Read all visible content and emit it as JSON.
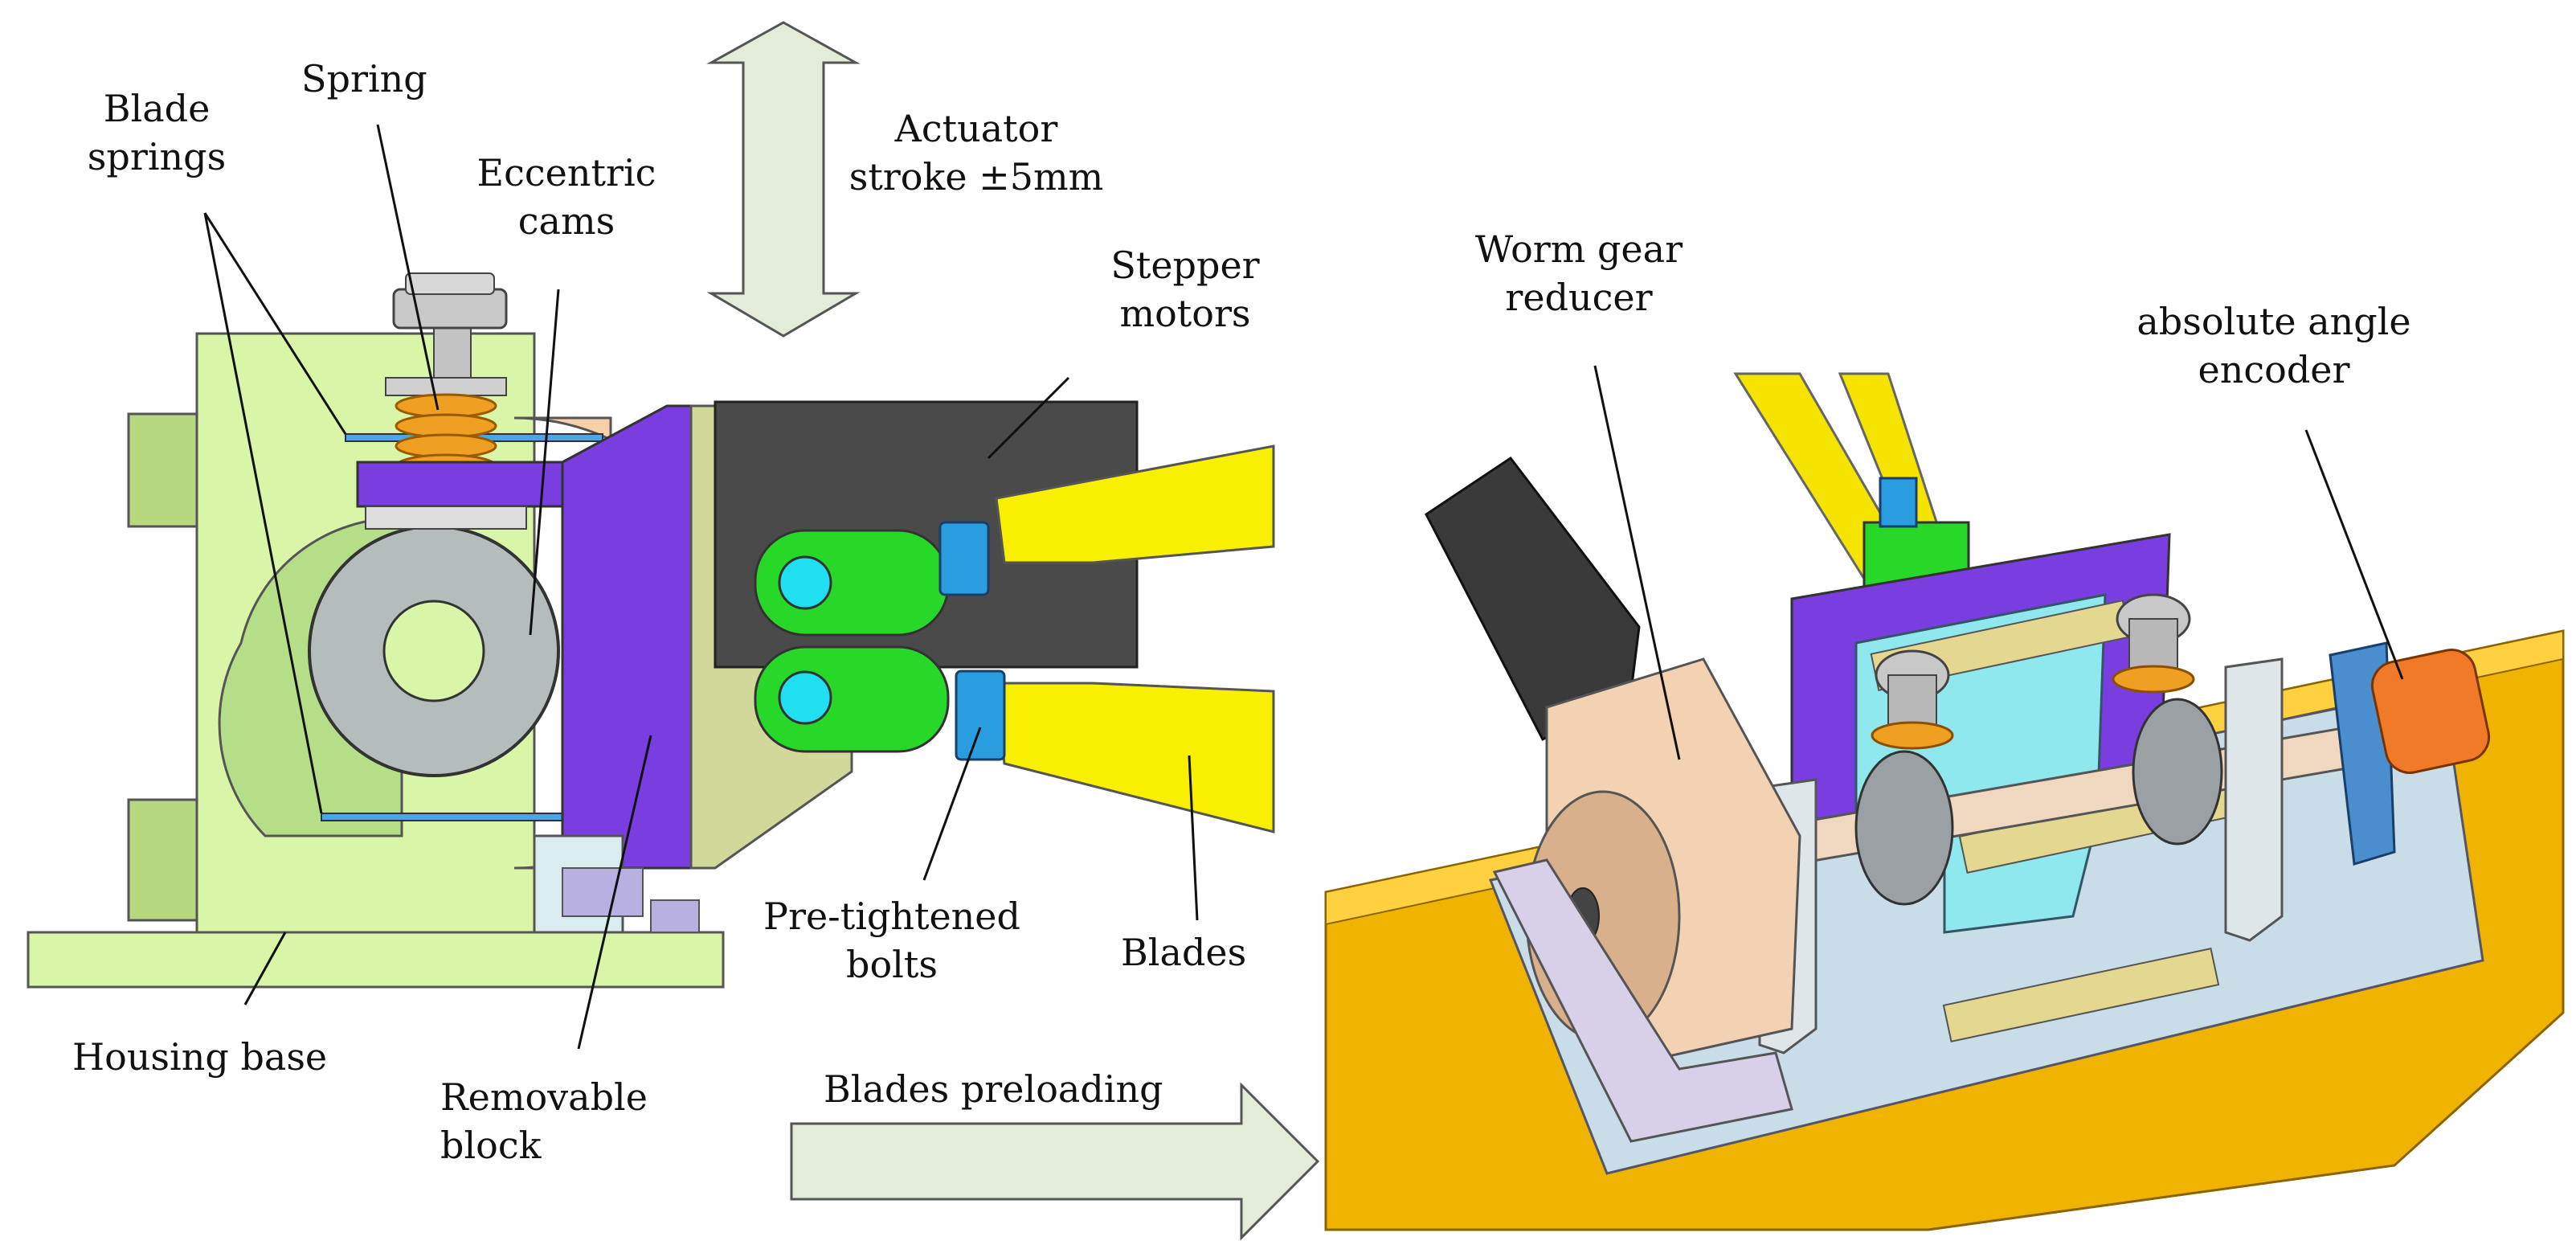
{
  "labels": {
    "blade_springs": [
      "Blade",
      "springs"
    ],
    "spring": "Spring",
    "eccentric_cams": [
      "Eccentric",
      "cams"
    ],
    "actuator_stroke": [
      "Actuator",
      "stroke ±5mm"
    ],
    "stepper_motors": [
      "Stepper",
      "motors"
    ],
    "housing_base": "Housing base",
    "removable_block": [
      "Removable",
      "block"
    ],
    "pretightened_bolts": [
      "Pre-tightened",
      "bolts"
    ],
    "blades": "Blades",
    "blades_preloading": "Blades preloading",
    "worm_gear_reducer": [
      "Worm gear",
      "reducer"
    ],
    "absolute_angle_encoder": [
      "absolute angle",
      "encoder"
    ]
  },
  "colors": {
    "housing": "#d8f5a8",
    "housing_dark": "#b8e08a",
    "cam": "#b4bcbc",
    "block": "#7a3ee0",
    "motor": "#4a4a4a",
    "blade": "#f8f000",
    "link": "#28d828",
    "bolt": "#2a9de0",
    "spring": "#f0a020",
    "beam": "#f0b400",
    "plate": "#c8dde8",
    "reducer": "#f2d2b2",
    "encoder": "#f07a28",
    "arrow_fill": "#e2ecd8"
  }
}
